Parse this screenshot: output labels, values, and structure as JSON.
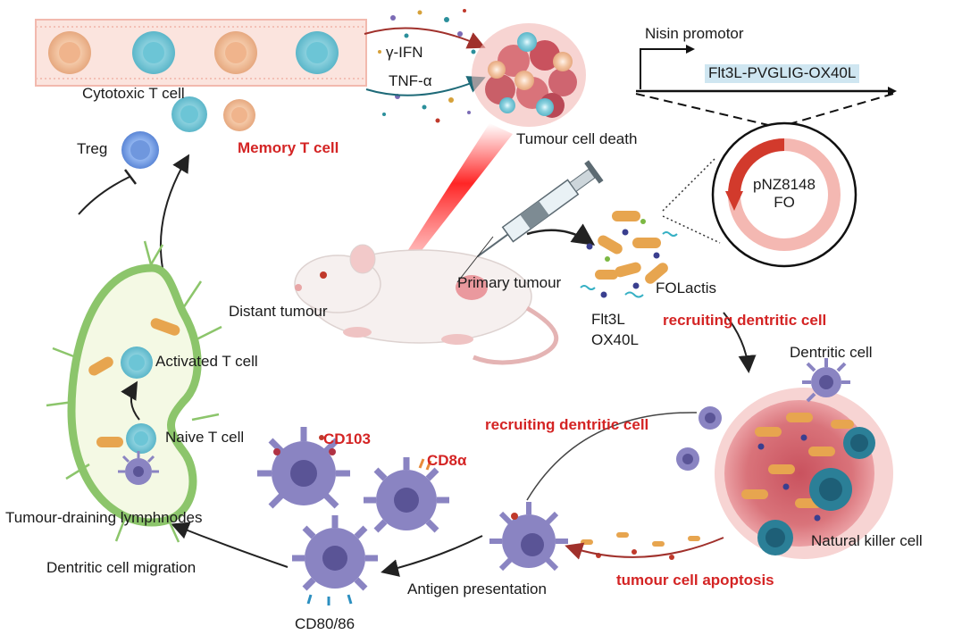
{
  "labels": {
    "cytotoxic": "Cytotoxic T cell",
    "ifn": "γ-IFN",
    "tnf": "TNF-α",
    "tumour_death": "Tumour cell death",
    "nisin": "Nisin promotor",
    "flt3l_pvglig": "Flt3L-PVGLIG-OX40L",
    "plasmid_line1": "pNZ8148",
    "plasmid_line2": "FO",
    "treg": "Treg",
    "memory": "Memory T cell",
    "distant": "Distant tumour",
    "primary": "Primary tumour",
    "folactis": "FOLactis",
    "flt3l": "Flt3L",
    "ox40l": "OX40L",
    "recruit1": "recruiting dentritic cell",
    "recruit2": "recruiting dentritic cell",
    "dentritic": "Dentritic cell",
    "activated": "Activated T cell",
    "naive": "Naive T cell",
    "lymph": "Tumour-draining lymphnodes",
    "cd103": "CD103",
    "cd8a": "CD8α",
    "migration": "Dentritic cell migration",
    "antigen": "Antigen presentation",
    "apoptosis": "tumour cell apoptosis",
    "nk": "Natural killer cell",
    "cd80": "CD80/86"
  },
  "colors": {
    "emphasis_red": "#d42424",
    "vessel": "#f7d3cc",
    "tcell_blue": "#8fd3e0",
    "memory_orange": "#f3c6a4",
    "treg_blue": "#7aa6e8",
    "dc_purple": "#8a84c2",
    "lymph_green": "#8cc56b",
    "tumour_pink": "#d9737a",
    "plasmid_red": "#d23a2c"
  },
  "icons": [
    "blood-vessel",
    "t-cell",
    "mouse",
    "syringe",
    "laser-beam",
    "plasmid-ring",
    "dendritic-cell",
    "tumour-mass",
    "lymph-node",
    "bacteria"
  ]
}
